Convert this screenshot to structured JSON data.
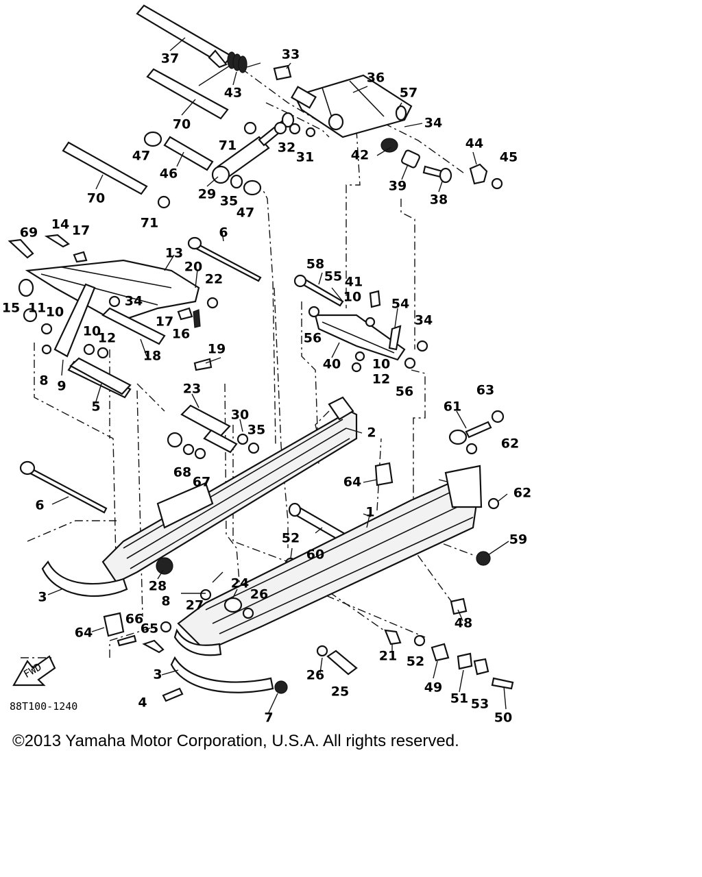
{
  "diagram": {
    "code": "88T100-1240",
    "forward_arrow_label": "FWD",
    "callouts": [
      {
        "id": "37",
        "label": "37"
      },
      {
        "id": "43",
        "label": "43"
      },
      {
        "id": "33",
        "label": "33"
      },
      {
        "id": "36",
        "label": "36"
      },
      {
        "id": "57",
        "label": "57"
      },
      {
        "id": "34a",
        "label": "34"
      },
      {
        "id": "44",
        "label": "44"
      },
      {
        "id": "45",
        "label": "45"
      },
      {
        "id": "70a",
        "label": "70"
      },
      {
        "id": "71a",
        "label": "71"
      },
      {
        "id": "32",
        "label": "32"
      },
      {
        "id": "31",
        "label": "31"
      },
      {
        "id": "42",
        "label": "42"
      },
      {
        "id": "39",
        "label": "39"
      },
      {
        "id": "38",
        "label": "38"
      },
      {
        "id": "47a",
        "label": "47"
      },
      {
        "id": "46",
        "label": "46"
      },
      {
        "id": "29",
        "label": "29"
      },
      {
        "id": "35a",
        "label": "35"
      },
      {
        "id": "47b",
        "label": "47"
      },
      {
        "id": "70b",
        "label": "70"
      },
      {
        "id": "71b",
        "label": "71"
      },
      {
        "id": "69",
        "label": "69"
      },
      {
        "id": "14",
        "label": "14"
      },
      {
        "id": "17a",
        "label": "17"
      },
      {
        "id": "6a",
        "label": "6"
      },
      {
        "id": "13",
        "label": "13"
      },
      {
        "id": "20",
        "label": "20"
      },
      {
        "id": "22",
        "label": "22"
      },
      {
        "id": "15",
        "label": "15"
      },
      {
        "id": "11",
        "label": "11"
      },
      {
        "id": "10a",
        "label": "10"
      },
      {
        "id": "34b",
        "label": "34"
      },
      {
        "id": "17b",
        "label": "17"
      },
      {
        "id": "16",
        "label": "16"
      },
      {
        "id": "10b",
        "label": "10"
      },
      {
        "id": "12a",
        "label": "12"
      },
      {
        "id": "18",
        "label": "18"
      },
      {
        "id": "19",
        "label": "19"
      },
      {
        "id": "8a",
        "label": "8"
      },
      {
        "id": "9",
        "label": "9"
      },
      {
        "id": "5",
        "label": "5"
      },
      {
        "id": "58",
        "label": "58"
      },
      {
        "id": "55",
        "label": "55"
      },
      {
        "id": "41",
        "label": "41"
      },
      {
        "id": "10c",
        "label": "10"
      },
      {
        "id": "54",
        "label": "54"
      },
      {
        "id": "34c",
        "label": "34"
      },
      {
        "id": "56a",
        "label": "56"
      },
      {
        "id": "40",
        "label": "40"
      },
      {
        "id": "10d",
        "label": "10"
      },
      {
        "id": "12b",
        "label": "12"
      },
      {
        "id": "56b",
        "label": "56"
      },
      {
        "id": "23",
        "label": "23"
      },
      {
        "id": "30",
        "label": "30"
      },
      {
        "id": "35b",
        "label": "35"
      },
      {
        "id": "2",
        "label": "2"
      },
      {
        "id": "63",
        "label": "63"
      },
      {
        "id": "61",
        "label": "61"
      },
      {
        "id": "62a",
        "label": "62"
      },
      {
        "id": "68",
        "label": "68"
      },
      {
        "id": "67",
        "label": "67"
      },
      {
        "id": "64a",
        "label": "64"
      },
      {
        "id": "62b",
        "label": "62"
      },
      {
        "id": "6b",
        "label": "6"
      },
      {
        "id": "1",
        "label": "1"
      },
      {
        "id": "52a",
        "label": "52"
      },
      {
        "id": "60",
        "label": "60"
      },
      {
        "id": "59",
        "label": "59"
      },
      {
        "id": "28",
        "label": "28"
      },
      {
        "id": "3a",
        "label": "3"
      },
      {
        "id": "24",
        "label": "24"
      },
      {
        "id": "26a",
        "label": "26"
      },
      {
        "id": "27",
        "label": "27"
      },
      {
        "id": "8b",
        "label": "8"
      },
      {
        "id": "48",
        "label": "48"
      },
      {
        "id": "64b",
        "label": "64"
      },
      {
        "id": "66",
        "label": "66"
      },
      {
        "id": "65",
        "label": "65"
      },
      {
        "id": "21",
        "label": "21"
      },
      {
        "id": "52b",
        "label": "52"
      },
      {
        "id": "3b",
        "label": "3"
      },
      {
        "id": "26b",
        "label": "26"
      },
      {
        "id": "25",
        "label": "25"
      },
      {
        "id": "49",
        "label": "49"
      },
      {
        "id": "51",
        "label": "51"
      },
      {
        "id": "53",
        "label": "53"
      },
      {
        "id": "4",
        "label": "4"
      },
      {
        "id": "7",
        "label": "7"
      },
      {
        "id": "50",
        "label": "50"
      }
    ]
  },
  "footer": {
    "copyright": "©2013 Yamaha Motor Corporation, U.S.A. All rights reserved."
  }
}
